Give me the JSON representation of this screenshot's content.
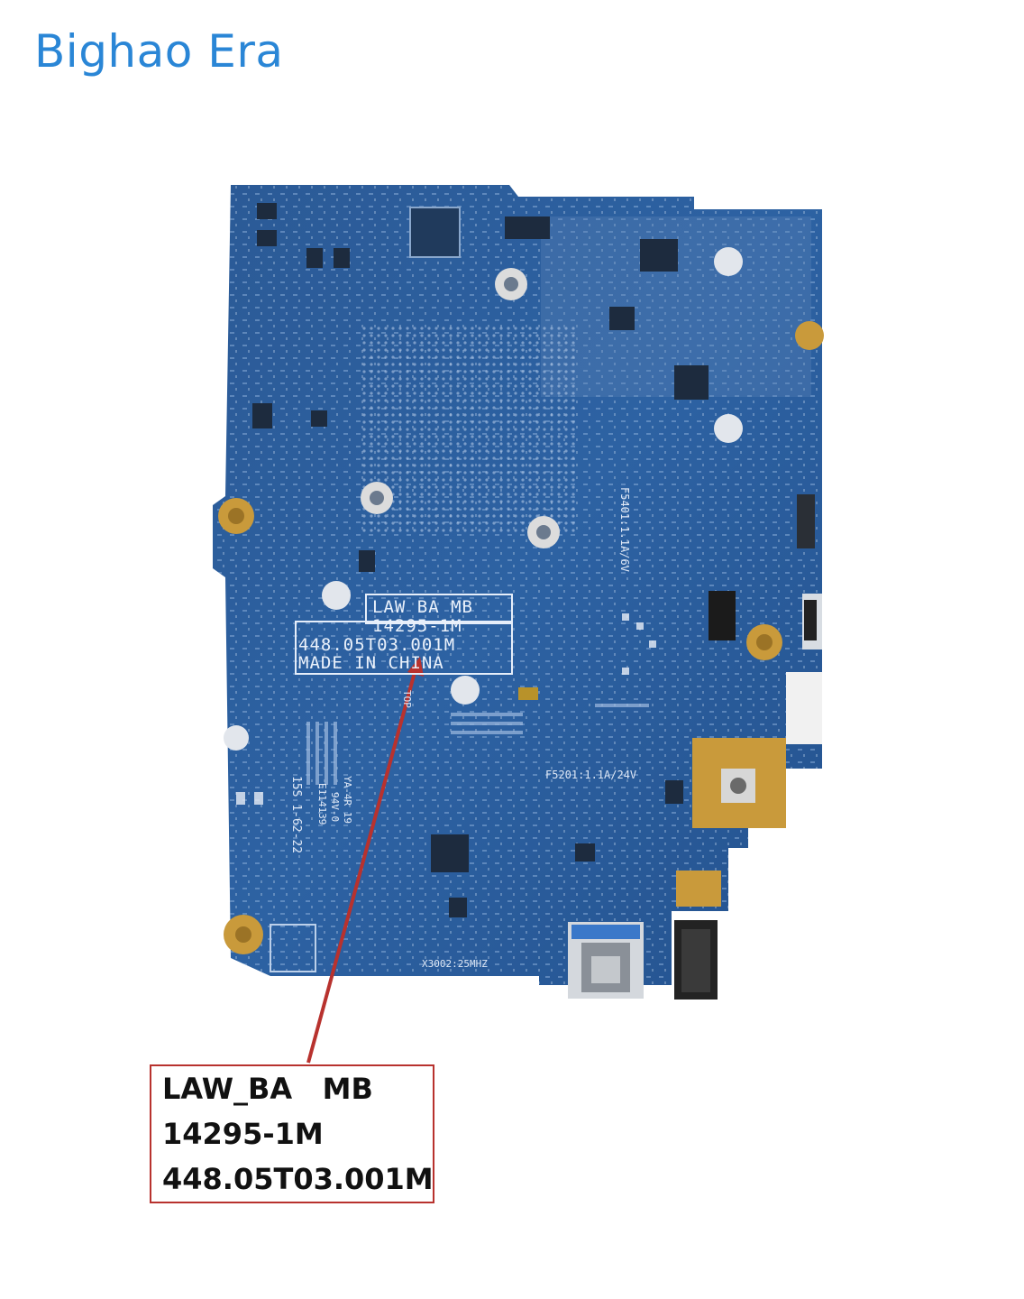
{
  "brand": {
    "text": "Bighao Era",
    "color": "#2a86d6"
  },
  "board_silkscreen": {
    "line1": "LAW BA MB",
    "line2": "14295-1M",
    "line3": "448.05T03.001M",
    "line4": "MADE IN CHINA",
    "fuse1": "F5201:1.1A/24V",
    "fuse2": "F5401:1.1A/6V",
    "crystal": "X3002:25MHZ",
    "marking_top": "TOP",
    "ul": "YA-4R 19",
    "ul2": "94V-0",
    "ul3": "E114139",
    "date": "15S 1-62-22"
  },
  "callout": {
    "line1": "LAW_BA   MB",
    "line2": "14295-1M",
    "line3": "448.05T03.001M",
    "border_color": "#b8322e",
    "arrow_color": "#b8322e"
  }
}
